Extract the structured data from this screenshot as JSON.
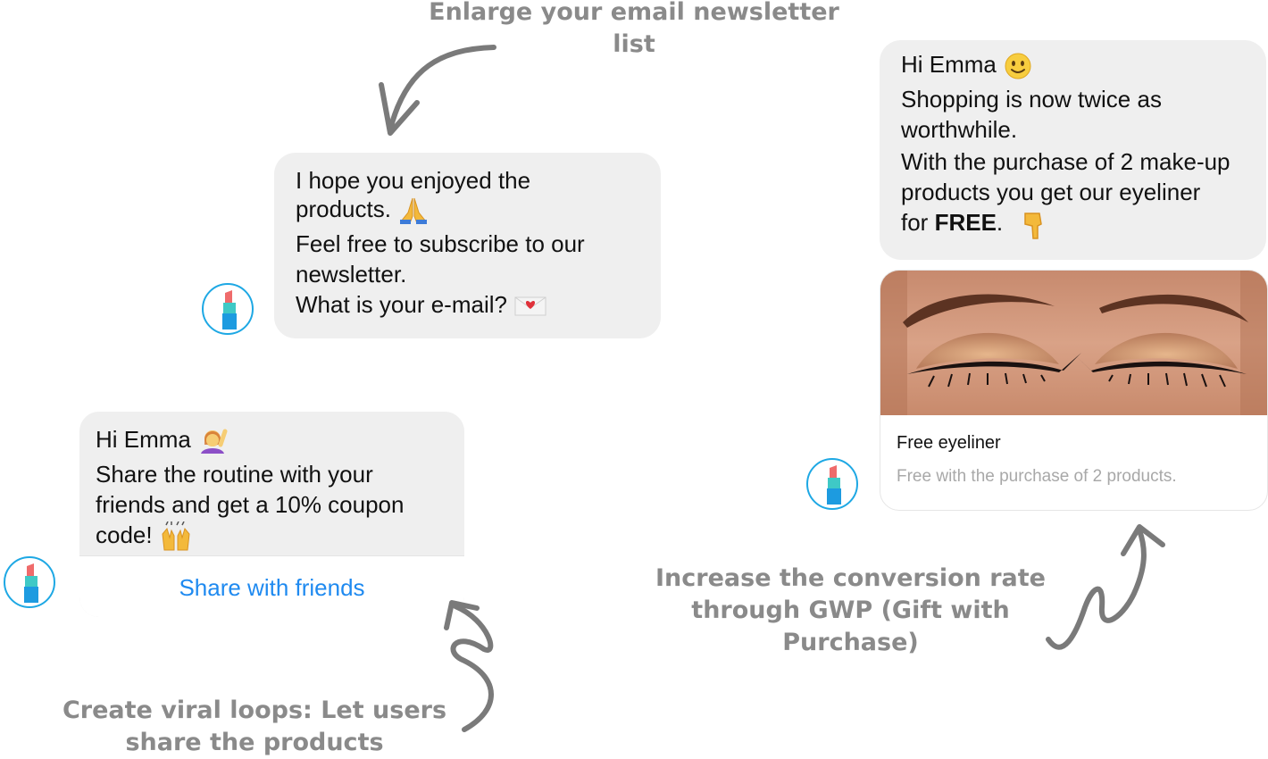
{
  "captions": {
    "top": [
      "Enlarge your email newsletter",
      "list"
    ],
    "bottom_left": [
      "Create viral loops: Let users",
      "share the products"
    ],
    "bottom_right": [
      "Increase the conversion rate",
      "through GWP (Gift with",
      "Purchase)"
    ]
  },
  "newsletter_bubble": {
    "line1": "I hope you enjoyed the",
    "line2": "products.",
    "line3": "Feel free to subscribe to our",
    "line4": "newsletter.",
    "line5": "What is your e-mail?",
    "emoji1": "pray-hands-icon",
    "emoji2": "love-letter-icon"
  },
  "share_bubble": {
    "greeting": "Hi Emma",
    "line1": "Share the routine with your",
    "line2": "friends and get a 10% coupon",
    "line3": "code!",
    "button_label": "Share with friends"
  },
  "gwp_bubble": {
    "greeting": "Hi Emma",
    "line1": "Shopping is now twice as",
    "line2": "worthwhile.",
    "line3": "With the purchase of 2 make-up",
    "line4": "products you get our eyeliner",
    "line5_prefix": "for",
    "line5_bold": "FREE",
    "line5_suffix": "."
  },
  "product_card": {
    "title": "Free eyeliner",
    "subtitle": "Free with the purchase of 2 products."
  },
  "colors": {
    "bubble_bg": "#efefef",
    "caption_gray": "#8a8a8a",
    "link_blue": "#1f8af0",
    "avatar_ring": "#1ea8e4"
  }
}
